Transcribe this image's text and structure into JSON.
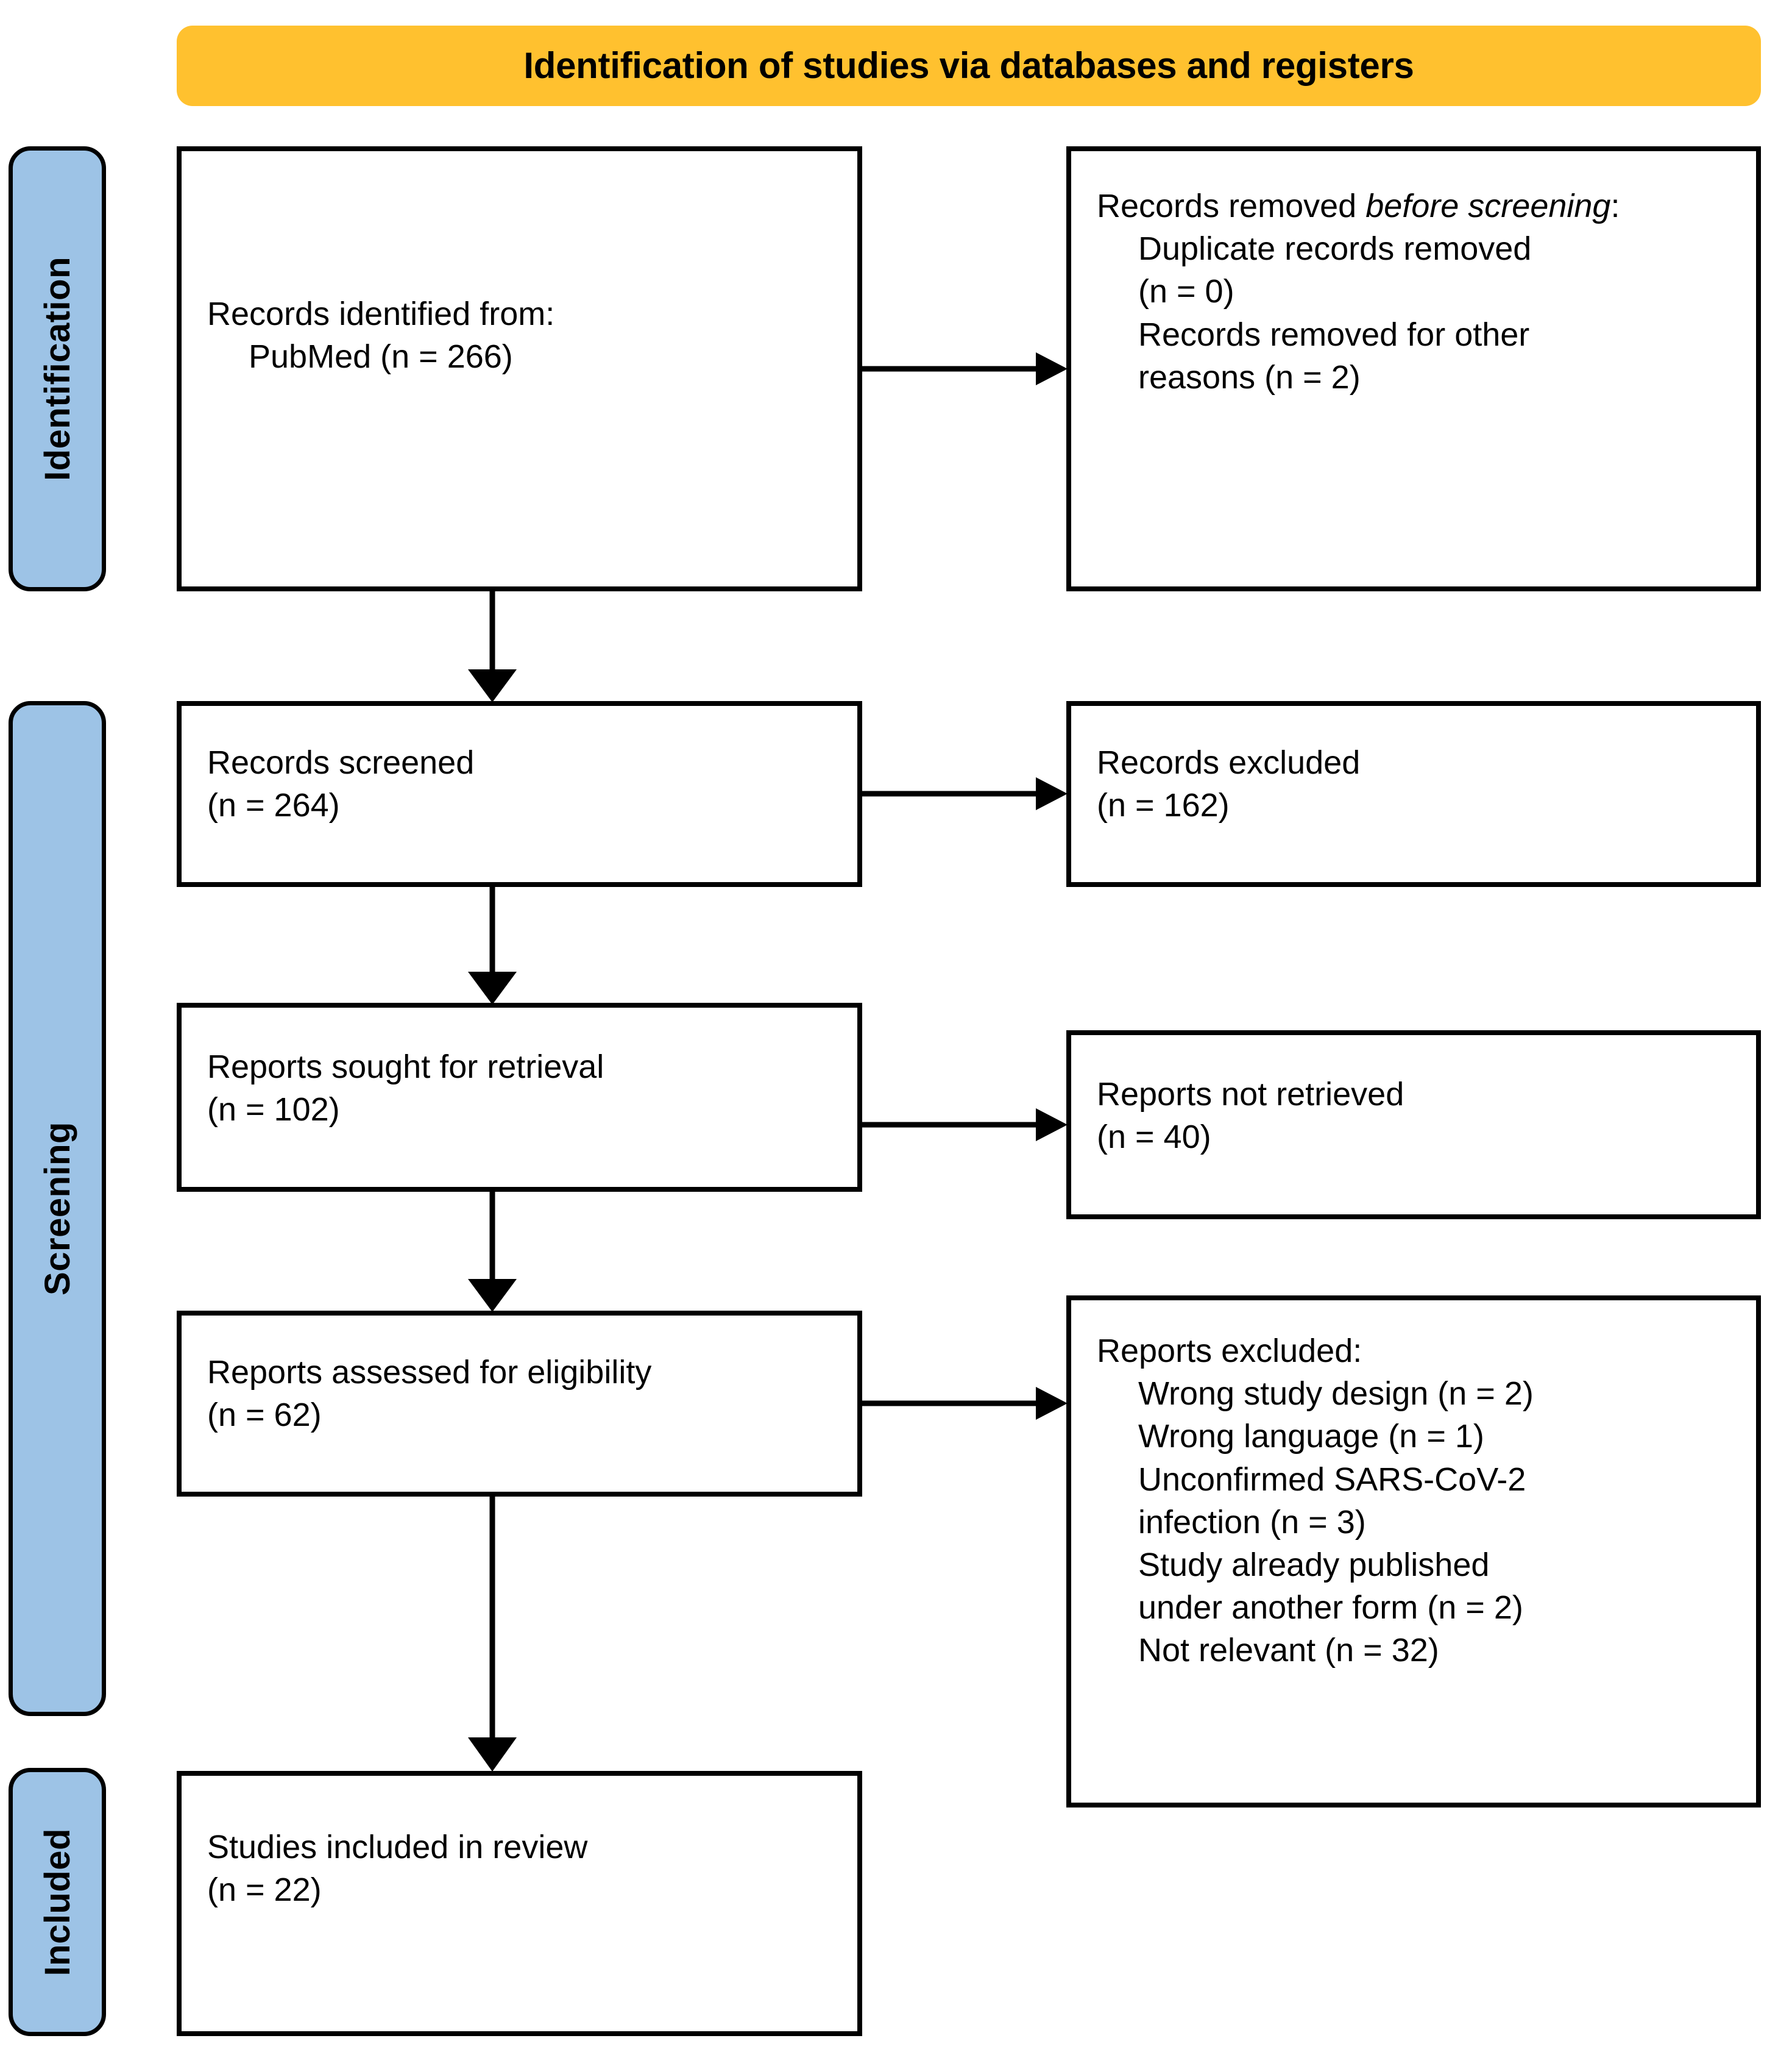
{
  "header": {
    "title": "Identification of studies via databases and registers"
  },
  "stages": [
    {
      "id": "identification",
      "label": "Identification"
    },
    {
      "id": "screening",
      "label": "Screening"
    },
    {
      "id": "included",
      "label": "Included"
    }
  ],
  "boxes": {
    "identified": {
      "line1": "Records identified from:",
      "line2": "PubMed (n = 266)"
    },
    "removed_before_screening": {
      "heading_plain": "Records removed ",
      "heading_italic": "before screening",
      "heading_colon": ":",
      "item1_a": "Duplicate records removed",
      "item1_b": "(n = 0)",
      "item2_a": "Records removed for other",
      "item2_b": "reasons (n = 2)"
    },
    "records_screened": {
      "line1": "Records screened",
      "line2": "(n = 264)"
    },
    "records_excluded": {
      "line1": "Records excluded",
      "line2": "(n = 162)"
    },
    "reports_sought": {
      "line1": "Reports sought for retrieval",
      "line2": "(n = 102)"
    },
    "reports_not_retrieved": {
      "line1": "Reports not retrieved",
      "line2": "(n = 40)"
    },
    "reports_assessed": {
      "line1": "Reports assessed for eligibility",
      "line2": "(n = 62)"
    },
    "reports_excluded": {
      "heading": "Reports excluded:",
      "item1": "Wrong study design (n = 2)",
      "item2": "Wrong language (n = 1)",
      "item3_a": "Unconfirmed SARS-CoV-2",
      "item3_b": "infection (n = 3)",
      "item4_a": "Study already published",
      "item4_b": "under another form (n = 2)",
      "item5": "Not relevant (n = 32)"
    },
    "studies_included": {
      "line1": "Studies included in review",
      "line2": "(n = 22)"
    }
  },
  "chart_data": {
    "type": "diagram",
    "diagram_kind": "prisma-flow",
    "title": "Identification of studies via databases and registers",
    "nodes": [
      {
        "id": "identified",
        "stage": "Identification",
        "column": "left",
        "label": "Records identified from: PubMed",
        "n": 266
      },
      {
        "id": "removed_before_screening",
        "stage": "Identification",
        "column": "right",
        "label": "Records removed before screening",
        "children": [
          {
            "label": "Duplicate records removed",
            "n": 0
          },
          {
            "label": "Records removed for other reasons",
            "n": 2
          }
        ]
      },
      {
        "id": "records_screened",
        "stage": "Screening",
        "column": "left",
        "label": "Records screened",
        "n": 264
      },
      {
        "id": "records_excluded",
        "stage": "Screening",
        "column": "right",
        "label": "Records excluded",
        "n": 162
      },
      {
        "id": "reports_sought",
        "stage": "Screening",
        "column": "left",
        "label": "Reports sought for retrieval",
        "n": 102
      },
      {
        "id": "reports_not_retrieved",
        "stage": "Screening",
        "column": "right",
        "label": "Reports not retrieved",
        "n": 40
      },
      {
        "id": "reports_assessed",
        "stage": "Screening",
        "column": "left",
        "label": "Reports assessed for eligibility",
        "n": 62
      },
      {
        "id": "reports_excluded",
        "stage": "Screening",
        "column": "right",
        "label": "Reports excluded",
        "children": [
          {
            "label": "Wrong study design",
            "n": 2
          },
          {
            "label": "Wrong language",
            "n": 1
          },
          {
            "label": "Unconfirmed SARS-CoV-2 infection",
            "n": 3
          },
          {
            "label": "Study already published under another form",
            "n": 2
          },
          {
            "label": "Not relevant",
            "n": 32
          }
        ]
      },
      {
        "id": "studies_included",
        "stage": "Included",
        "column": "left",
        "label": "Studies included in review",
        "n": 22
      }
    ],
    "edges": [
      {
        "from": "identified",
        "to": "removed_before_screening",
        "direction": "right"
      },
      {
        "from": "identified",
        "to": "records_screened",
        "direction": "down"
      },
      {
        "from": "records_screened",
        "to": "records_excluded",
        "direction": "right"
      },
      {
        "from": "records_screened",
        "to": "reports_sought",
        "direction": "down"
      },
      {
        "from": "reports_sought",
        "to": "reports_not_retrieved",
        "direction": "right"
      },
      {
        "from": "reports_sought",
        "to": "reports_assessed",
        "direction": "down"
      },
      {
        "from": "reports_assessed",
        "to": "reports_excluded",
        "direction": "right"
      },
      {
        "from": "reports_assessed",
        "to": "studies_included",
        "direction": "down"
      }
    ],
    "colors": {
      "header_band": "#FFC12F",
      "stage_bar": "#9DC3E6",
      "box_border": "#000000",
      "box_fill": "#FFFFFF",
      "text": "#000000"
    }
  }
}
